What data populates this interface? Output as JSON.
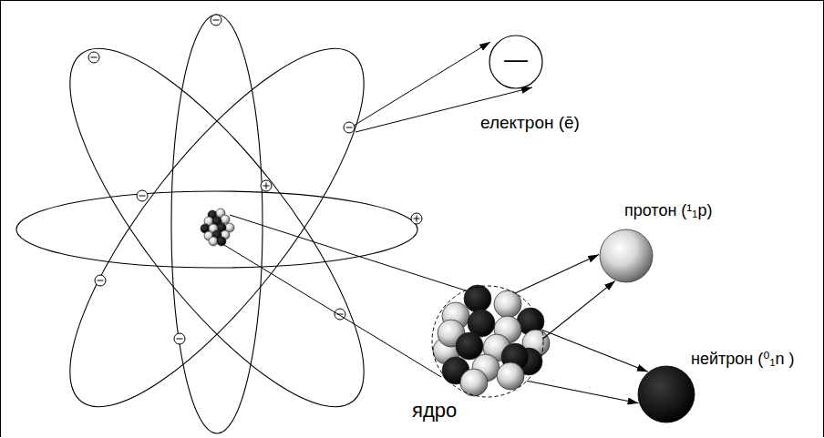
{
  "diagram": {
    "nodes": [
      {
        "text": [
          "—",
          "електрон (ē)"
        ]
      },
      {
        "text": [
          "ядро"
        ]
      },
      {
        "text": [
          "протон (¹₁p)"
        ]
      },
      {
        "text": [
          "нейтрон (⁰₁n )"
        ]
      }
    ],
    "edges": [
      {
        "from": 1,
        "to": 2,
        "arrow": "to"
      },
      {
        "from": 1,
        "to": 3,
        "arrow": "to"
      }
    ]
  }
}
